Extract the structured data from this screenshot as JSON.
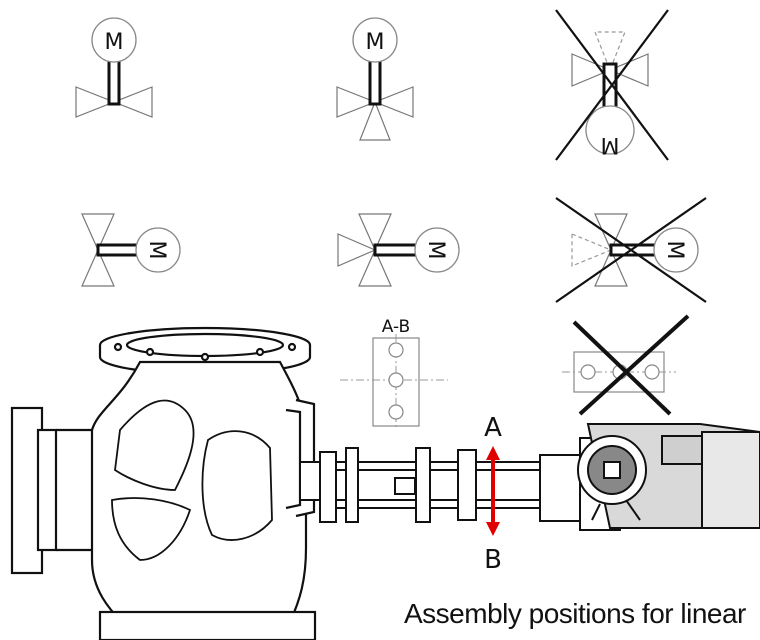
{
  "symbols": {
    "motor_label": "M",
    "section_label": "A-B"
  },
  "arrow": {
    "top_label": "A",
    "bottom_label": "B",
    "color": "#e00000"
  },
  "caption": "Assembly positions for linear",
  "colors": {
    "line": "#111111",
    "light_line": "#888888",
    "cross": "#111111"
  }
}
